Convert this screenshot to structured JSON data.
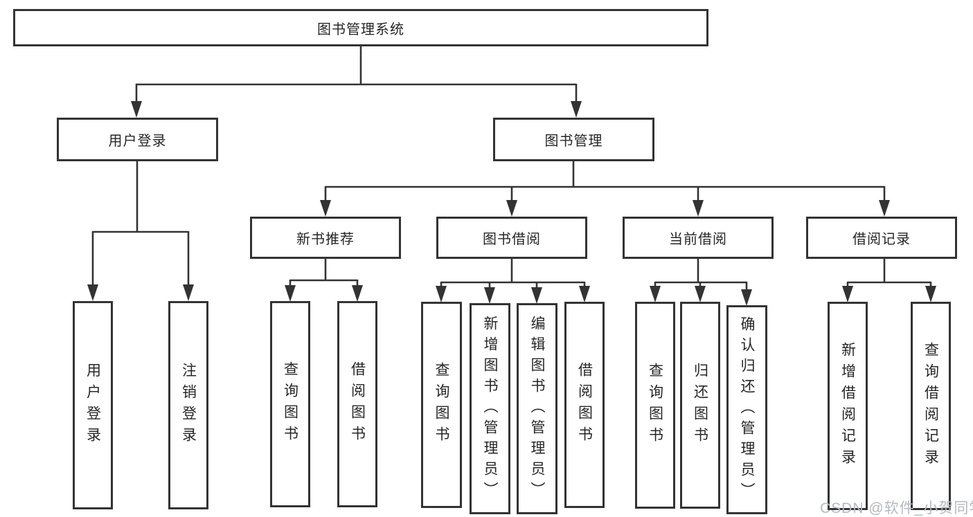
{
  "diagram": {
    "type": "hierarchy",
    "root": "图书管理系统",
    "branches": [
      {
        "label": "用户登录",
        "children": [
          "用户登录",
          "注销登录"
        ]
      },
      {
        "label": "图书管理",
        "children": [
          {
            "label": "新书推荐",
            "children": [
              "查询图书",
              "借阅图书"
            ]
          },
          {
            "label": "图书借阅",
            "children": [
              "查询图书",
              "新增图书（管理员）",
              "编辑图书（管理员）",
              "借阅图书"
            ]
          },
          {
            "label": "当前借阅",
            "children": [
              "查询图书",
              "归还图书",
              "确认归还（管理员）"
            ]
          },
          {
            "label": "借阅记录",
            "children": [
              "新增借阅记录",
              "查询借阅记录"
            ]
          }
        ]
      }
    ]
  },
  "watermark": "CSDN @软件_小贺同学",
  "colors": {
    "background": "#ffffff",
    "line": "#333333",
    "box_border": "#333333",
    "text": "#262626",
    "watermark": "#b3b9c2"
  }
}
